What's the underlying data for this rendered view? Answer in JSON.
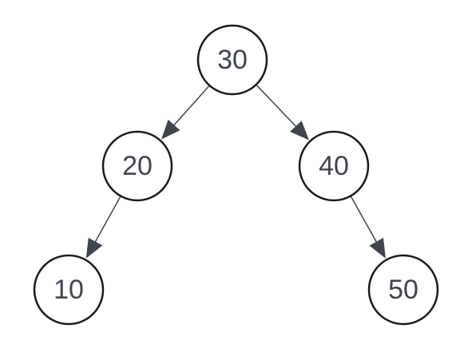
{
  "diagram": {
    "type": "binary-tree",
    "nodes": [
      {
        "id": "n30",
        "label": "30"
      },
      {
        "id": "n20",
        "label": "20"
      },
      {
        "id": "n40",
        "label": "40"
      },
      {
        "id": "n10",
        "label": "10"
      },
      {
        "id": "n50",
        "label": "50"
      }
    ],
    "edges": [
      {
        "from": "n30",
        "to": "n20"
      },
      {
        "from": "n30",
        "to": "n40"
      },
      {
        "from": "n20",
        "to": "n10"
      },
      {
        "from": "n40",
        "to": "n50"
      }
    ],
    "colors": {
      "node_stroke": "#1a1a1a",
      "node_fill": "#ffffff",
      "label": "#3f444d",
      "edge": "#3f444d"
    }
  }
}
